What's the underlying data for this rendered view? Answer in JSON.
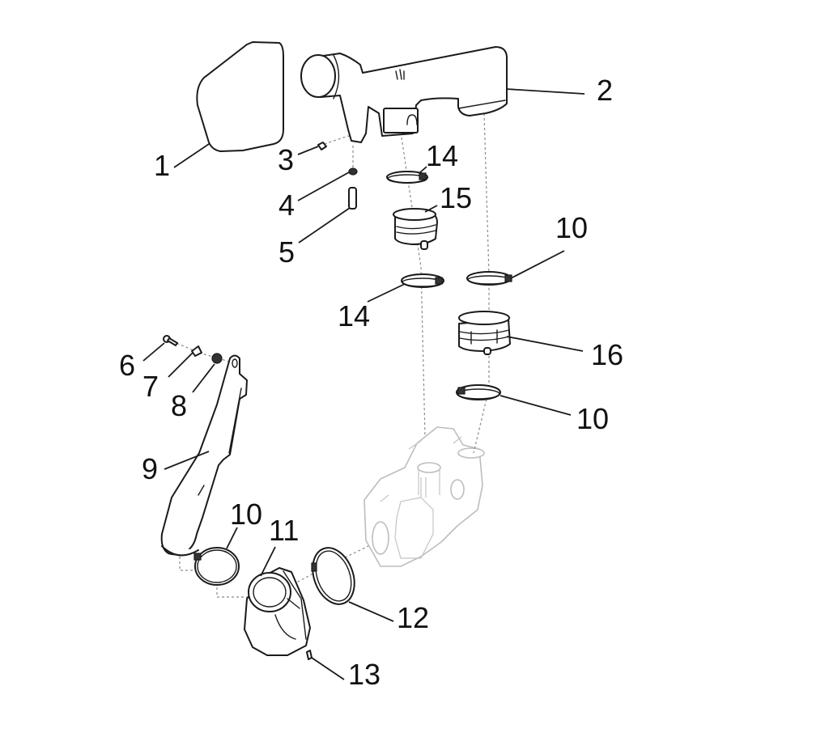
{
  "diagram": {
    "type": "exploded-parts-diagram",
    "callouts": [
      {
        "id": "c1",
        "label": "1",
        "part": "air-filter-cover"
      },
      {
        "id": "c2",
        "label": "2",
        "part": "intake-duct"
      },
      {
        "id": "c3",
        "label": "3",
        "part": "screw"
      },
      {
        "id": "c4",
        "label": "4",
        "part": "nut"
      },
      {
        "id": "c5",
        "label": "5",
        "part": "spacer"
      },
      {
        "id": "c6",
        "label": "6",
        "part": "bolt"
      },
      {
        "id": "c7",
        "label": "7",
        "part": "grommet"
      },
      {
        "id": "c8",
        "label": "8",
        "part": "collar"
      },
      {
        "id": "c9",
        "label": "9",
        "part": "cooling-duct"
      },
      {
        "id": "c10a",
        "label": "10",
        "part": "hose-clamp-upper"
      },
      {
        "id": "c10b",
        "label": "10",
        "part": "hose-clamp-lower"
      },
      {
        "id": "c10c",
        "label": "10",
        "part": "hose-clamp-duct"
      },
      {
        "id": "c11",
        "label": "11",
        "part": "outlet-housing"
      },
      {
        "id": "c12",
        "label": "12",
        "part": "band-clamp"
      },
      {
        "id": "c13",
        "label": "13",
        "part": "small-screw"
      },
      {
        "id": "c14a",
        "label": "14",
        "part": "hose-clamp-top"
      },
      {
        "id": "c14b",
        "label": "14",
        "part": "hose-clamp-bottom"
      },
      {
        "id": "c15",
        "label": "15",
        "part": "intake-boot"
      },
      {
        "id": "c16",
        "label": "16",
        "part": "outlet-boot"
      }
    ],
    "colors": {
      "line": "#1a1a1a",
      "ghost": "#bdbdbd",
      "dashed": "#8a8a8a",
      "background": "#ffffff"
    }
  }
}
